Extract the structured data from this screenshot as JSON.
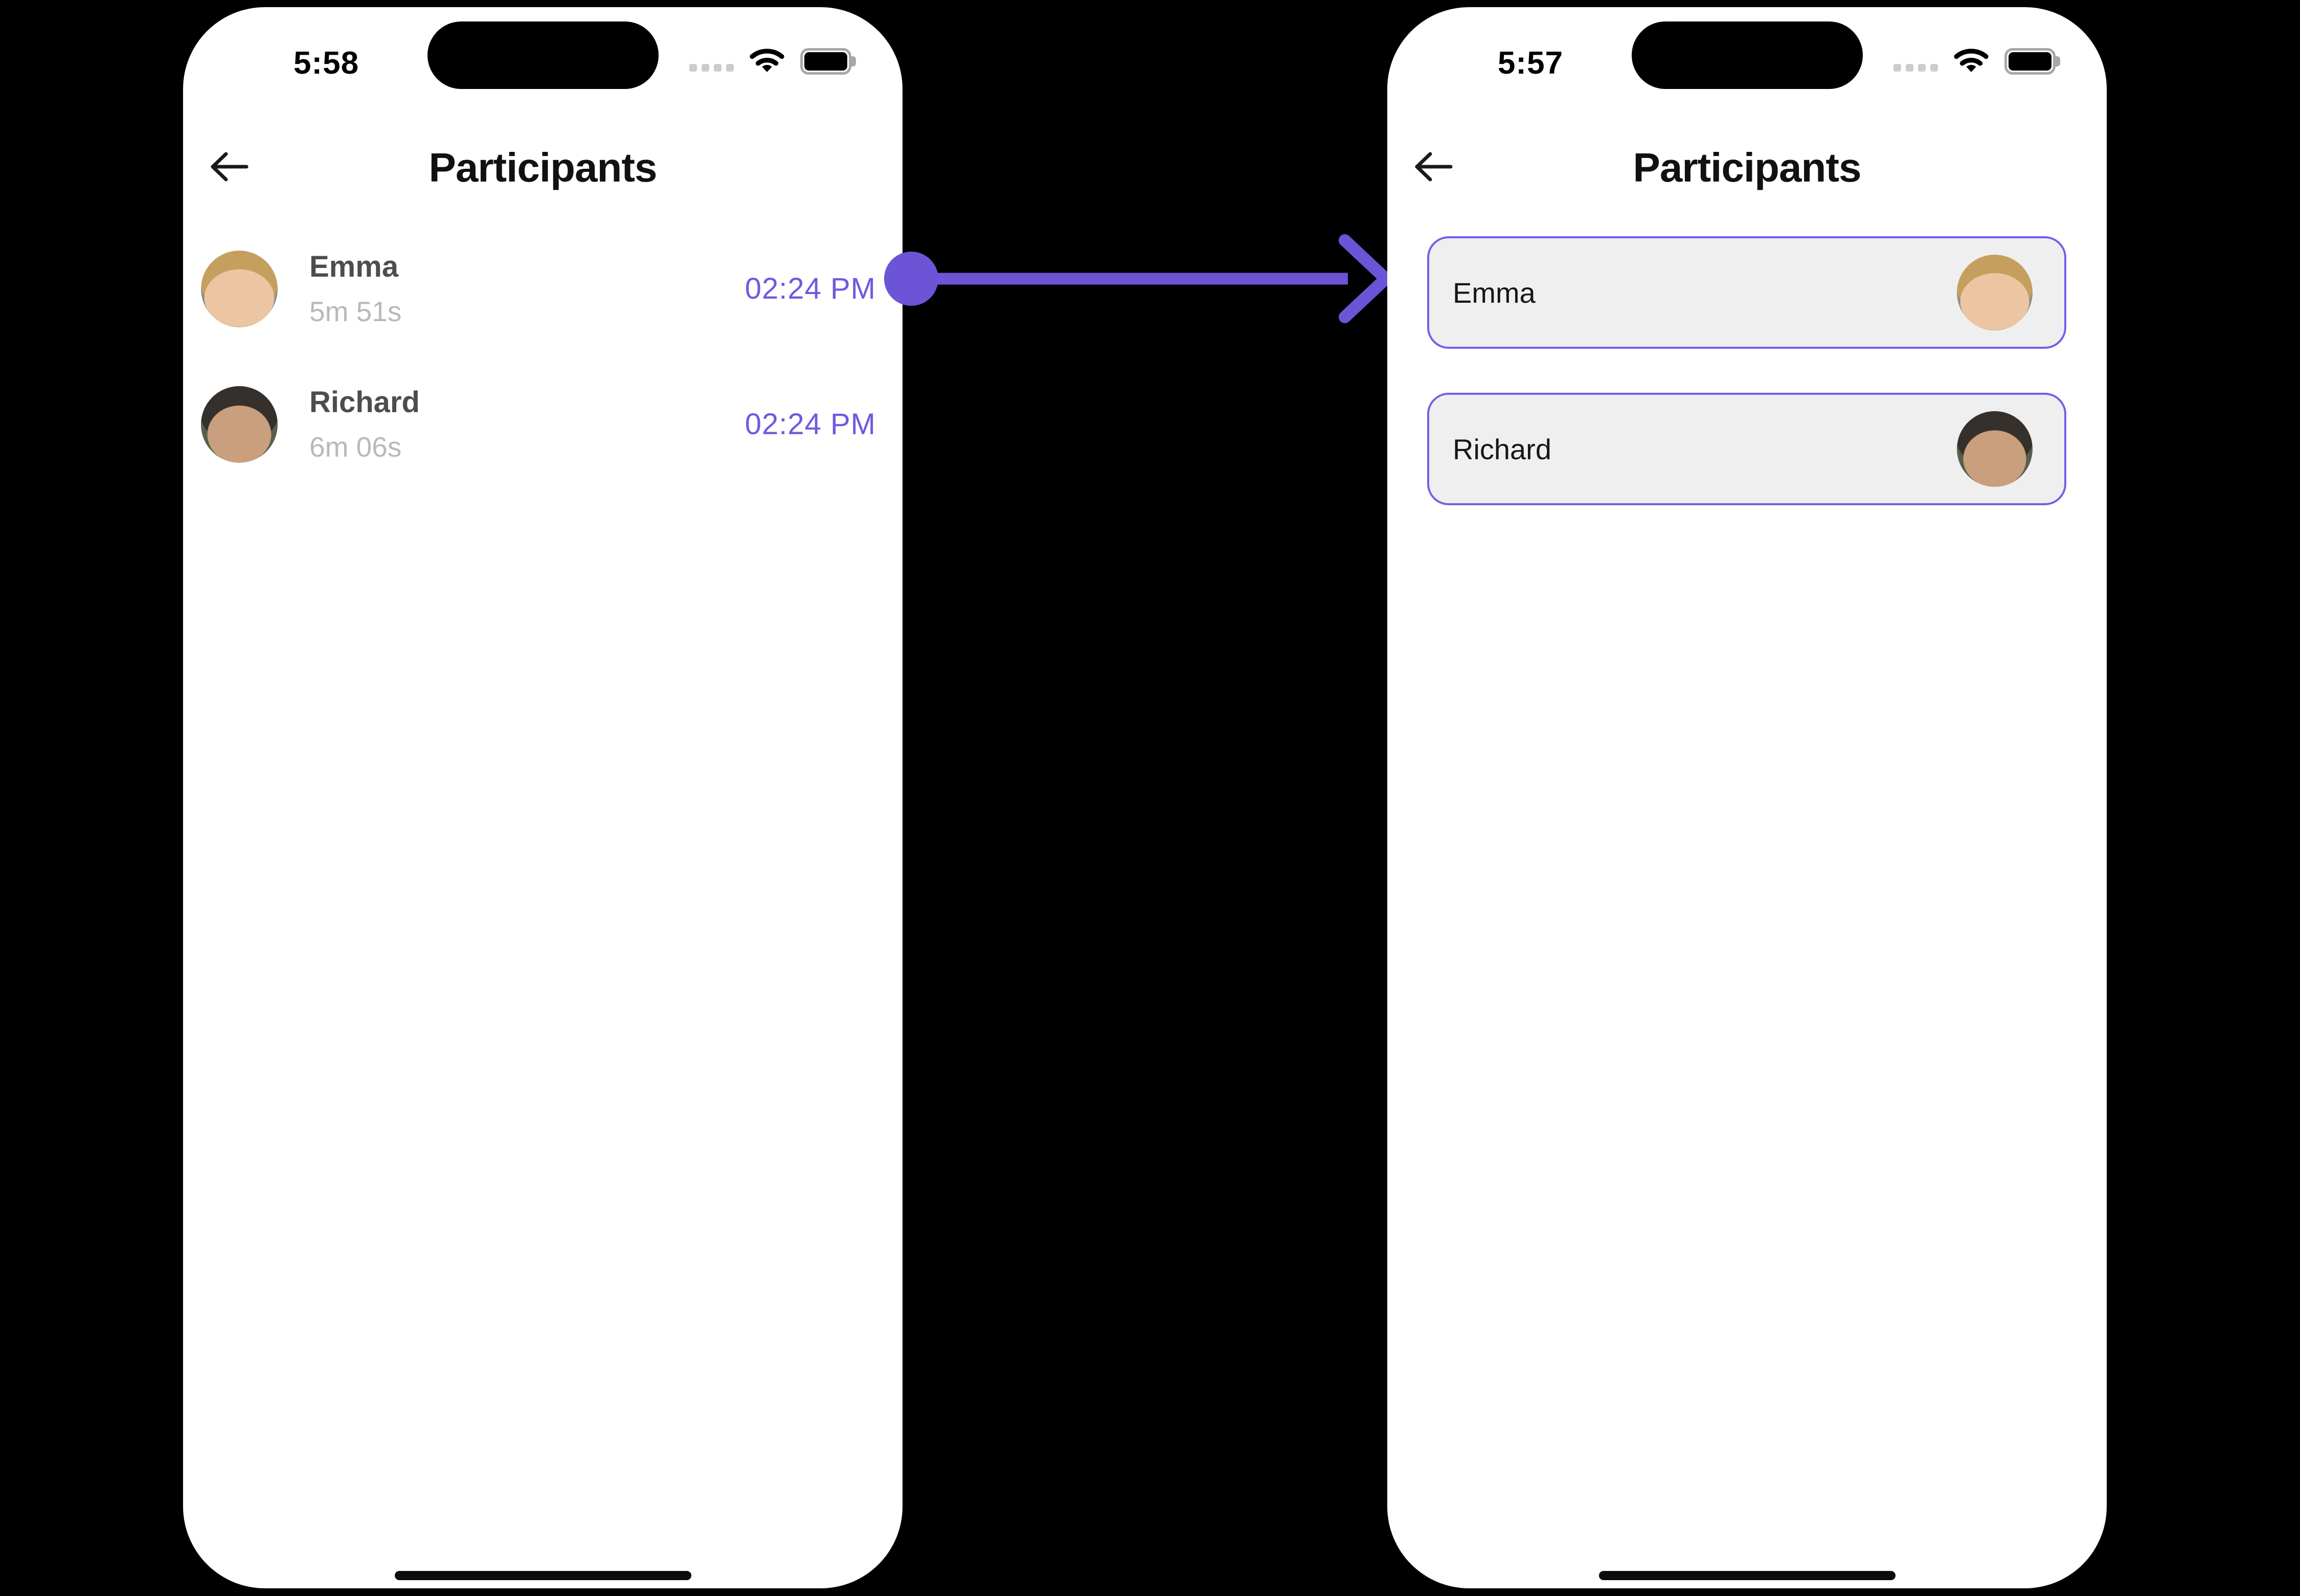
{
  "colors": {
    "accent": "#6C5BE0",
    "arrow": "#6C54D6",
    "card-border": "#7A5CE8",
    "card-bg": "#EFEFEF",
    "name-muted": "#4D4D4D",
    "duration-muted": "#B9B9B9",
    "ink": "#111111"
  },
  "left_phone": {
    "status_bar": {
      "time": "5:58"
    },
    "header": {
      "title": "Participants"
    },
    "participants": [
      {
        "name": "Emma",
        "duration": "5m 51s",
        "time": "02:24 PM"
      },
      {
        "name": "Richard",
        "duration": "6m 06s",
        "time": "02:24 PM"
      }
    ]
  },
  "right_phone": {
    "status_bar": {
      "time": "5:57"
    },
    "header": {
      "title": "Participants"
    },
    "participants": [
      {
        "name": "Emma"
      },
      {
        "name": "Richard"
      }
    ]
  }
}
